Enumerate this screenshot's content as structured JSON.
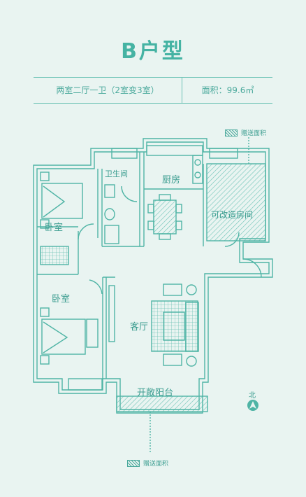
{
  "title": "B户型",
  "info": {
    "layout": "两室二厅一卫（2室变3室）",
    "area": "面积：99.6㎡"
  },
  "legend": {
    "top": "赠送面积",
    "bottom": "赠送面积"
  },
  "rooms": {
    "bedroom_top": "卧室",
    "bedroom_bottom": "卧室",
    "bathroom": "卫生间",
    "kitchen": "厨房",
    "convertible": "可改造房间",
    "living": "客厅",
    "balcony": "开敞阳台"
  },
  "north": "北",
  "colors": {
    "line": "#4fb4a5",
    "background": "#e9f4f1",
    "title": "#45b3a3"
  }
}
